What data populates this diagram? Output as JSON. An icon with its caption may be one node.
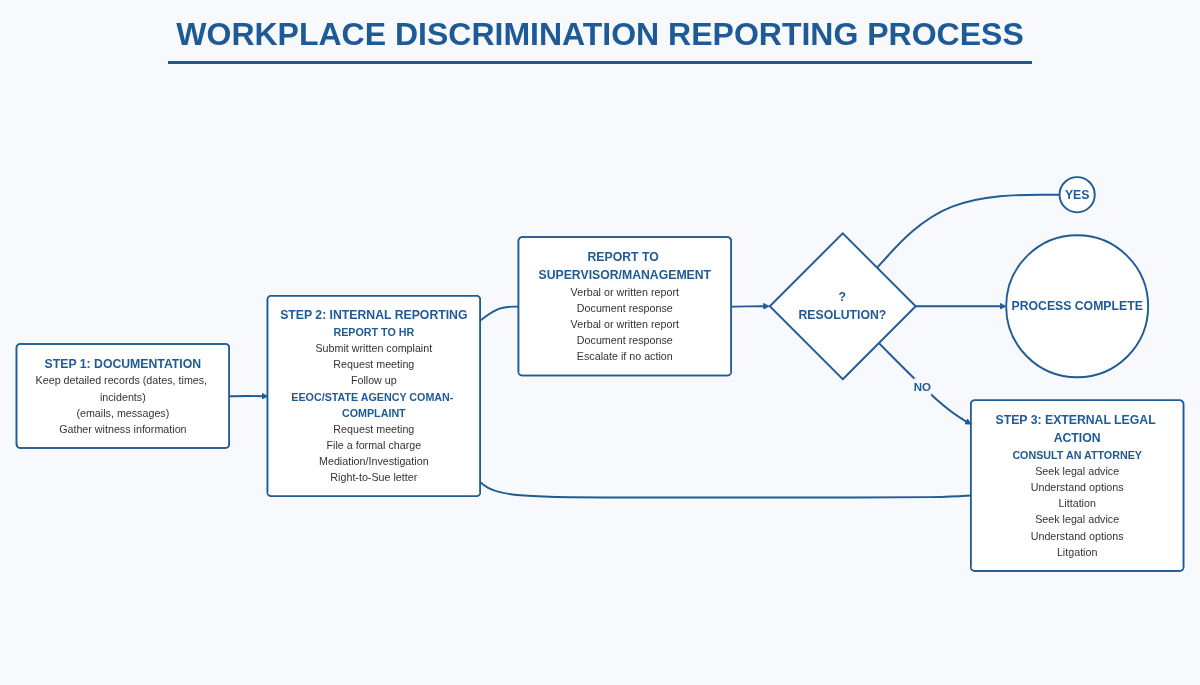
{
  "diagram": {
    "title": "WORKPLACE DISCRIMINATION REPORTING PROCESS",
    "nodes": [
      {
        "text": [
          "STEP 1: DOCUMENTATION",
          "Keep detailed records (dates, times, incidents)",
          "(emails, messages)",
          "Gather witness information"
        ]
      },
      {
        "text": [
          "STEP 2: INTERNAL REPORTING",
          "REPORT TO HR",
          "Submit written complaint",
          "Request meeting",
          "Follow up",
          "EEOC/STATE AGENCY COMAN- COMPLAINT",
          "Request meeting",
          "File a formal charge",
          "Mediation/Investigation",
          "Right-to-Sue letter"
        ]
      },
      {
        "text": [
          "REPORT TO SUPERVISOR/MANAGEMENT",
          "Verbal or written report",
          "Document response",
          "Verbal or written report",
          "Document response",
          "Escalate if no action"
        ]
      },
      {
        "text": [
          "YES"
        ]
      },
      {
        "text": [
          "?",
          "RESOLUTION?"
        ]
      },
      {
        "text": [
          "PROCESS COMPLETE"
        ]
      },
      {
        "text": [
          "STEP 3: EXTERNAL LEGAL ACTION",
          "CONSULT AN ATTORNEY",
          "Seek legal advice",
          "Understand options",
          "Littation",
          "Seek legal advice",
          "Understand options",
          "Litgation"
        ]
      }
    ],
    "edges": [
      {
        "from": 0,
        "to": 1,
        "arrow": "to"
      },
      {
        "from": 1,
        "to": 2,
        "arrow": "none"
      },
      {
        "from": 1,
        "to": 6,
        "arrow": "none"
      },
      {
        "from": 2,
        "to": 4,
        "arrow": "to"
      },
      {
        "from": 4,
        "to": 3,
        "arrow": "none"
      },
      {
        "from": 4,
        "to": 5,
        "arrow": "to"
      },
      {
        "from": 4,
        "to": 6,
        "arrow": "to",
        "label": "NO"
      }
    ]
  }
}
